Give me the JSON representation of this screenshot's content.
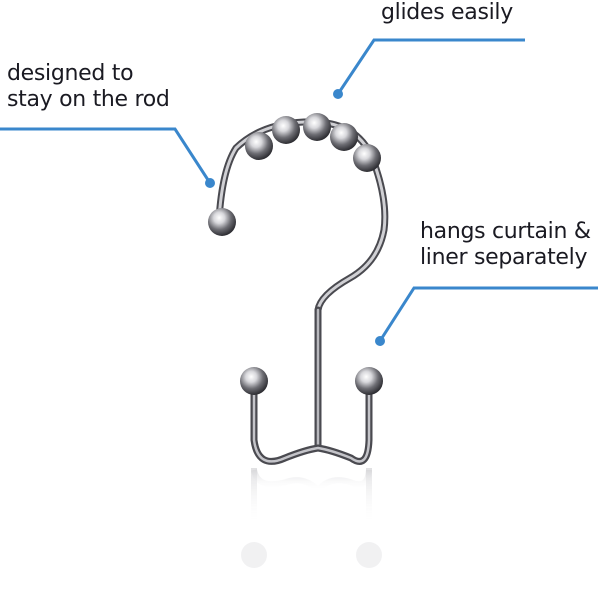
{
  "image": {
    "subject": "double shower curtain hook with roller balls",
    "background": "#ffffff"
  },
  "callouts": [
    {
      "id": "glides",
      "text": "glides easily",
      "lines": [
        "glides easily"
      ]
    },
    {
      "id": "designed",
      "text": "designed to stay on the rod",
      "lines": [
        "designed to",
        "stay on the rod"
      ]
    },
    {
      "id": "hangs",
      "text": "hangs curtain & liner separately",
      "lines": [
        "hangs curtain &",
        "liner separately"
      ]
    }
  ],
  "colors": {
    "callout_line": "#3a87cc",
    "text": "#1a1a22",
    "metal": "#8a8a90"
  }
}
